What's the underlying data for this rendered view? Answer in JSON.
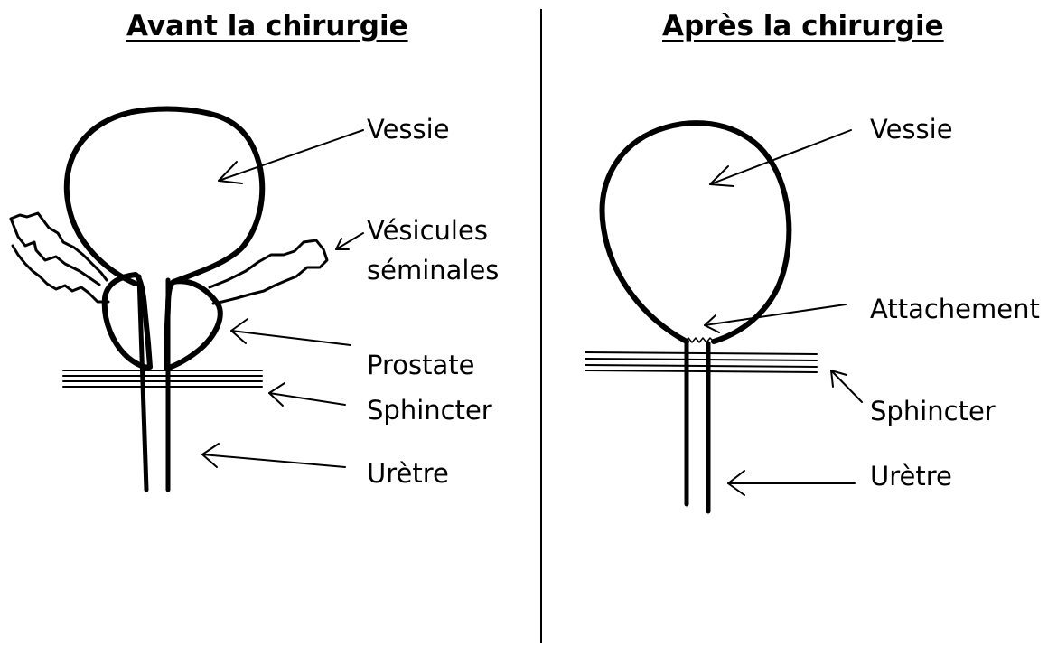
{
  "left_panel": {
    "title": "Avant la chirurgie",
    "labels": {
      "vessie": "Vessie",
      "vesicules_1": "Vésicules",
      "vesicules_2": "séminales",
      "prostate": "Prostate",
      "sphincter": "Sphincter",
      "uretre": "Urètre"
    }
  },
  "right_panel": {
    "title": "Après la chirurgie",
    "labels": {
      "vessie": "Vessie",
      "attachement": "Attachement",
      "sphincter": "Sphincter",
      "uretre": "Urètre"
    }
  },
  "colors": {
    "ink": "#000000",
    "background": "#ffffff"
  }
}
